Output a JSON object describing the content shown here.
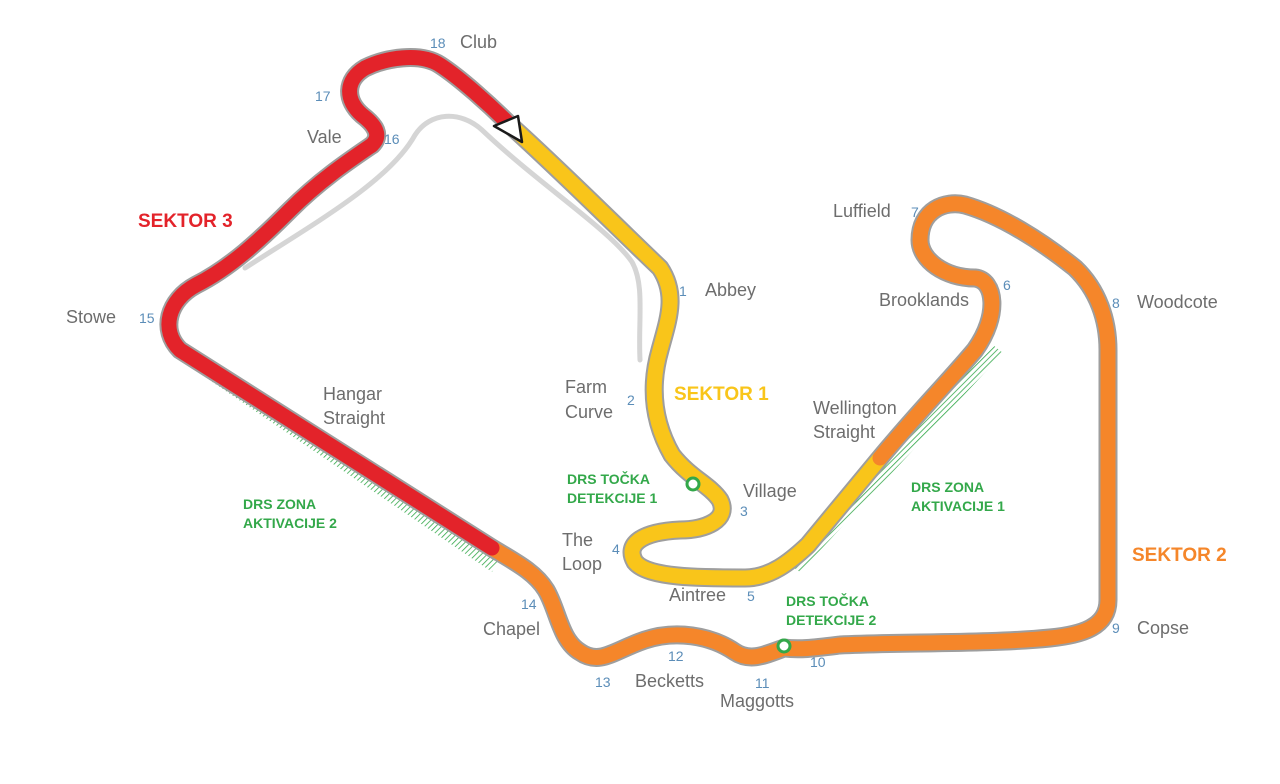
{
  "colors": {
    "sector1": "#f9c51a",
    "sector2": "#f5862a",
    "sector3": "#e3232a",
    "drs": "#33a84a",
    "old_layout": "#d5d5d5",
    "track_edge": "#9e9e9e"
  },
  "sectors": {
    "s1": "SEKTOR 1",
    "s2": "SEKTOR 2",
    "s3": "SEKTOR 3"
  },
  "drs": {
    "detection1": [
      "DRS TOČKA",
      "DETEKCIJE 1"
    ],
    "detection2": [
      "DRS TOČKA",
      "DETEKCIJE 2"
    ],
    "activation1": [
      "DRS ZONA",
      "AKTIVACIJE 1"
    ],
    "activation2": [
      "DRS ZONA",
      "AKTIVACIJE 2"
    ]
  },
  "corners": [
    {
      "num": "1",
      "name": [
        "Abbey"
      ]
    },
    {
      "num": "2",
      "name": [
        "Farm",
        "Curve"
      ]
    },
    {
      "num": "3",
      "name": [
        "Village"
      ]
    },
    {
      "num": "4",
      "name": [
        "The",
        "Loop"
      ]
    },
    {
      "num": "5",
      "name": [
        "Aintree"
      ]
    },
    {
      "num": "6",
      "name": [
        "Brooklands"
      ]
    },
    {
      "num": "7",
      "name": [
        "Luffield"
      ]
    },
    {
      "num": "8",
      "name": [
        "Woodcote"
      ]
    },
    {
      "num": "9",
      "name": [
        "Copse"
      ]
    },
    {
      "num": "10",
      "name": []
    },
    {
      "num": "11",
      "name": [
        "Maggotts"
      ]
    },
    {
      "num": "12",
      "name": []
    },
    {
      "num": "13",
      "name": [
        "Becketts"
      ]
    },
    {
      "num": "14",
      "name": [
        "Chapel"
      ]
    },
    {
      "num": "15",
      "name": [
        "Stowe"
      ]
    },
    {
      "num": "16",
      "name": [
        "Vale"
      ]
    },
    {
      "num": "17",
      "name": []
    },
    {
      "num": "18",
      "name": [
        "Club"
      ]
    }
  ],
  "straights": {
    "hangar": [
      "Hangar",
      "Straight"
    ],
    "wellington": [
      "Wellington",
      "Straight"
    ]
  }
}
